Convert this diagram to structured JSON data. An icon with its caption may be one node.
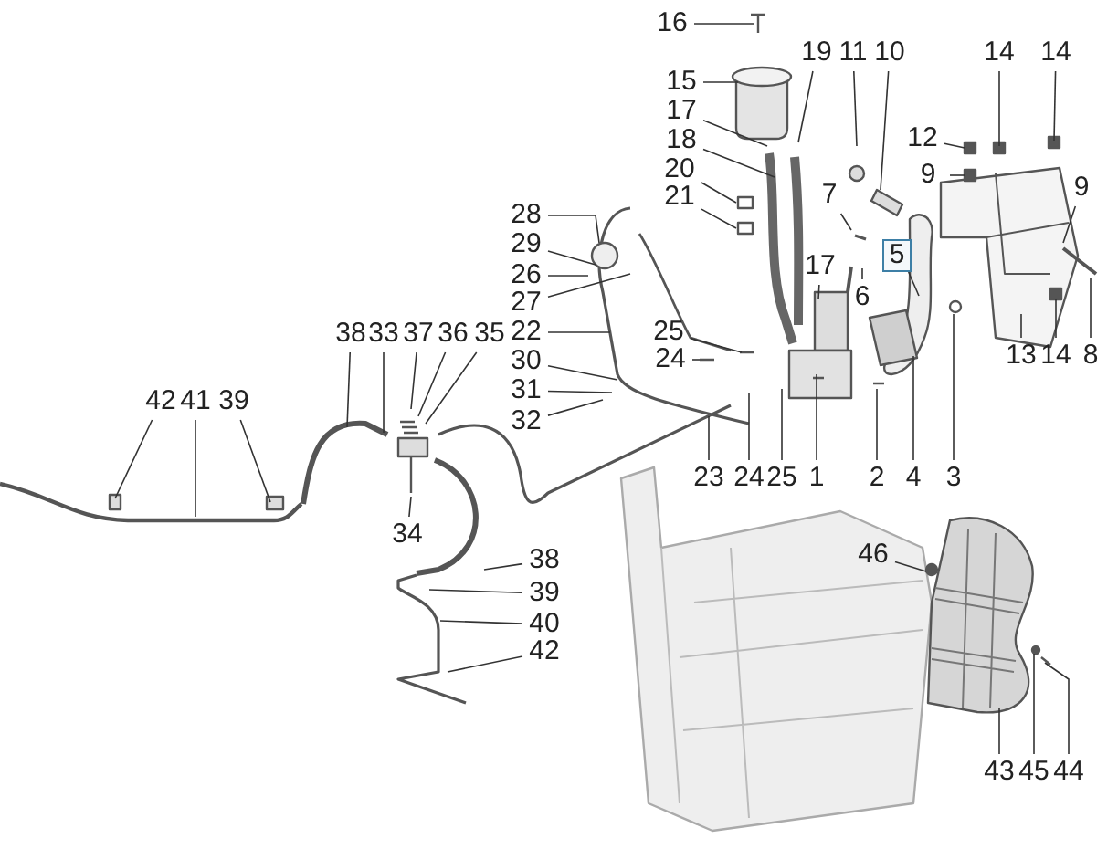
{
  "diagram": {
    "nodes": [
      {
        "text": [
          "16"
        ]
      },
      {
        "text": [
          "19"
        ]
      },
      {
        "text": [
          "11"
        ]
      },
      {
        "text": [
          "10"
        ]
      },
      {
        "text": [
          "14"
        ]
      },
      {
        "text": [
          "14"
        ]
      },
      {
        "text": [
          "15"
        ]
      },
      {
        "text": [
          "17"
        ]
      },
      {
        "text": [
          "12"
        ]
      },
      {
        "text": [
          "18"
        ]
      },
      {
        "text": [
          "9"
        ]
      },
      {
        "text": [
          "20"
        ]
      },
      {
        "text": [
          "9"
        ]
      },
      {
        "text": [
          "7"
        ]
      },
      {
        "text": [
          "21"
        ]
      },
      {
        "text": [
          "28"
        ]
      },
      {
        "text": [
          "29"
        ]
      },
      {
        "text": [
          "5"
        ]
      },
      {
        "text": [
          "17"
        ]
      },
      {
        "text": [
          "26"
        ]
      },
      {
        "text": [
          "6"
        ]
      },
      {
        "text": [
          "27"
        ]
      },
      {
        "text": [
          "25"
        ]
      },
      {
        "text": [
          "38"
        ]
      },
      {
        "text": [
          "33"
        ]
      },
      {
        "text": [
          "37"
        ]
      },
      {
        "text": [
          "36"
        ]
      },
      {
        "text": [
          "35"
        ]
      },
      {
        "text": [
          "22"
        ]
      },
      {
        "text": [
          "13"
        ]
      },
      {
        "text": [
          "14"
        ]
      },
      {
        "text": [
          "8"
        ]
      },
      {
        "text": [
          "24"
        ]
      },
      {
        "text": [
          "30"
        ]
      },
      {
        "text": [
          "31"
        ]
      },
      {
        "text": [
          "42"
        ]
      },
      {
        "text": [
          "41"
        ]
      },
      {
        "text": [
          "39"
        ]
      },
      {
        "text": [
          "32"
        ]
      },
      {
        "text": [
          "23"
        ]
      },
      {
        "text": [
          "24"
        ]
      },
      {
        "text": [
          "25"
        ]
      },
      {
        "text": [
          "1"
        ]
      },
      {
        "text": [
          "2"
        ]
      },
      {
        "text": [
          "4"
        ]
      },
      {
        "text": [
          "3"
        ]
      },
      {
        "text": [
          "34"
        ]
      },
      {
        "text": [
          "46"
        ]
      },
      {
        "text": [
          "38"
        ]
      },
      {
        "text": [
          "39"
        ]
      },
      {
        "text": [
          "40"
        ]
      },
      {
        "text": [
          "42"
        ]
      },
      {
        "text": [
          "43"
        ]
      },
      {
        "text": [
          "45"
        ]
      },
      {
        "text": [
          "44"
        ]
      }
    ],
    "edges": [
      {
        "from": 0,
        "to": null,
        "arrow": "none"
      },
      {
        "from": 1,
        "to": null,
        "arrow": "none"
      },
      {
        "from": 2,
        "to": null,
        "arrow": "none"
      },
      {
        "from": 3,
        "to": null,
        "arrow": "none"
      },
      {
        "from": 4,
        "to": null,
        "arrow": "none"
      },
      {
        "from": 5,
        "to": null,
        "arrow": "none"
      },
      {
        "from": 6,
        "to": null,
        "arrow": "none"
      },
      {
        "from": 7,
        "to": null,
        "arrow": "none"
      },
      {
        "from": 8,
        "to": null,
        "arrow": "none"
      },
      {
        "from": 9,
        "to": null,
        "arrow": "none"
      },
      {
        "from": 10,
        "to": null,
        "arrow": "none"
      },
      {
        "from": 11,
        "to": null,
        "arrow": "none"
      },
      {
        "from": 12,
        "to": null,
        "arrow": "none"
      },
      {
        "from": 13,
        "to": null,
        "arrow": "none"
      },
      {
        "from": 14,
        "to": null,
        "arrow": "none"
      },
      {
        "from": 15,
        "to": null,
        "arrow": "none"
      },
      {
        "from": 16,
        "to": null,
        "arrow": "none"
      },
      {
        "from": 17,
        "to": null,
        "arrow": "none"
      },
      {
        "from": 18,
        "to": null,
        "arrow": "none"
      },
      {
        "from": 19,
        "to": null,
        "arrow": "none"
      },
      {
        "from": 20,
        "to": null,
        "arrow": "none"
      },
      {
        "from": 21,
        "to": null,
        "arrow": "none"
      },
      {
        "from": 22,
        "to": null,
        "arrow": "none"
      },
      {
        "from": 23,
        "to": null,
        "arrow": "none"
      },
      {
        "from": 24,
        "to": null,
        "arrow": "none"
      },
      {
        "from": 25,
        "to": null,
        "arrow": "none"
      },
      {
        "from": 26,
        "to": null,
        "arrow": "none"
      },
      {
        "from": 27,
        "to": null,
        "arrow": "none"
      },
      {
        "from": 28,
        "to": null,
        "arrow": "none"
      },
      {
        "from": 29,
        "to": null,
        "arrow": "none"
      },
      {
        "from": 30,
        "to": null,
        "arrow": "none"
      },
      {
        "from": 31,
        "to": null,
        "arrow": "none"
      },
      {
        "from": 32,
        "to": null,
        "arrow": "none"
      },
      {
        "from": 33,
        "to": null,
        "arrow": "none"
      },
      {
        "from": 34,
        "to": null,
        "arrow": "none"
      },
      {
        "from": 35,
        "to": null,
        "arrow": "none"
      },
      {
        "from": 36,
        "to": null,
        "arrow": "none"
      },
      {
        "from": 37,
        "to": null,
        "arrow": "none"
      },
      {
        "from": 38,
        "to": null,
        "arrow": "none"
      },
      {
        "from": 39,
        "to": null,
        "arrow": "none"
      },
      {
        "from": 40,
        "to": null,
        "arrow": "none"
      },
      {
        "from": 41,
        "to": null,
        "arrow": "none"
      },
      {
        "from": 42,
        "to": null,
        "arrow": "none"
      },
      {
        "from": 43,
        "to": null,
        "arrow": "none"
      },
      {
        "from": 44,
        "to": null,
        "arrow": "none"
      },
      {
        "from": 45,
        "to": null,
        "arrow": "none"
      },
      {
        "from": 46,
        "to": null,
        "arrow": "none"
      },
      {
        "from": 47,
        "to": null,
        "arrow": "none"
      },
      {
        "from": 48,
        "to": null,
        "arrow": "none"
      },
      {
        "from": 49,
        "to": null,
        "arrow": "none"
      },
      {
        "from": 50,
        "to": null,
        "arrow": "none"
      },
      {
        "from": 51,
        "to": null,
        "arrow": "none"
      },
      {
        "from": 52,
        "to": null,
        "arrow": "none"
      },
      {
        "from": 53,
        "to": null,
        "arrow": "none"
      },
      {
        "from": 54,
        "to": null,
        "arrow": "none"
      }
    ]
  }
}
